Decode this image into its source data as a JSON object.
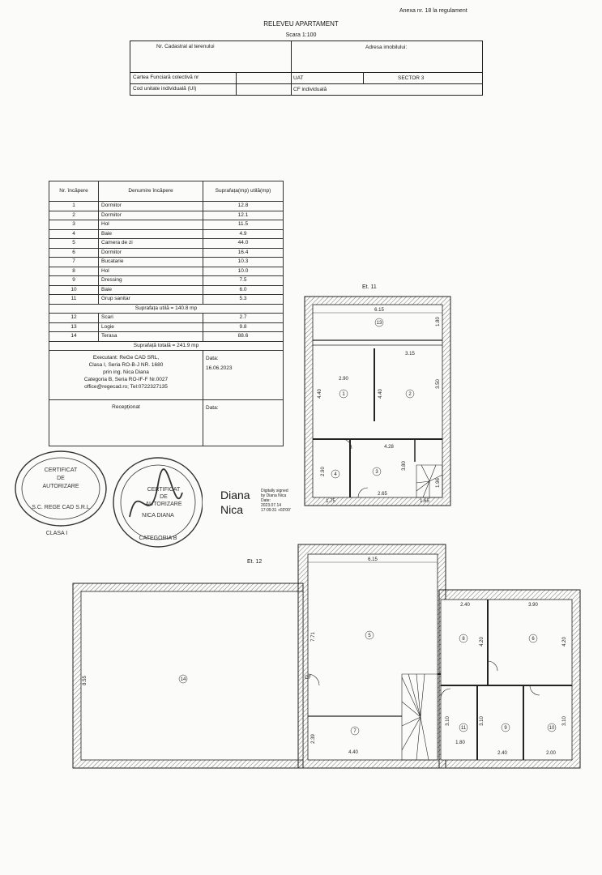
{
  "header": {
    "annex": "Anexa nr. 18 la regulament",
    "title": "RELEVEU APARTAMENT",
    "scale": "Scara 1:100"
  },
  "id_table": {
    "cadastral_label": "Nr. Cadastral al terenului",
    "address_label": "Adresa imobilului:",
    "cf_collective_label": "Cartea Funciară colectivă nr",
    "uat_label": "UAT",
    "uat_value": "SECTOR 3",
    "unit_code_label": "Cod unitate individuală (UI)",
    "cf_individual_label": "CF individuală"
  },
  "rooms_table": {
    "col_nr": "Nr. încăpere",
    "col_name": "Denumire încăpere",
    "col_area": "Suprafața(mp) utilă(mp)",
    "rows": [
      {
        "nr": "1",
        "name": "Dormitor",
        "area": "12.8"
      },
      {
        "nr": "2",
        "name": "Dormitor",
        "area": "12.1"
      },
      {
        "nr": "3",
        "name": "Hol",
        "area": "11.5"
      },
      {
        "nr": "4",
        "name": "Baie",
        "area": "4.9"
      },
      {
        "nr": "5",
        "name": "Camera de zi",
        "area": "44.0"
      },
      {
        "nr": "6",
        "name": "Dormitor",
        "area": "16.4"
      },
      {
        "nr": "7",
        "name": "Bucatarie",
        "area": "10.3"
      },
      {
        "nr": "8",
        "name": "Hol",
        "area": "10.0"
      },
      {
        "nr": "9",
        "name": "Dressing",
        "area": "7.5"
      },
      {
        "nr": "10",
        "name": "Baie",
        "area": "6.0"
      },
      {
        "nr": "11",
        "name": "Grup sanitar",
        "area": "5.3"
      }
    ],
    "useful_total": "Suprafața utilă = 140.8 mp",
    "extra_rows": [
      {
        "nr": "12",
        "name": "Scari",
        "area": "2.7"
      },
      {
        "nr": "13",
        "name": "Logie",
        "area": "9.8"
      },
      {
        "nr": "14",
        "name": "Terasa",
        "area": "88.6"
      }
    ],
    "grand_total": "Suprafață totală = 241.9 mp",
    "executant": {
      "line1": "Executant: ReGe CAD SRL,",
      "line2": "Clasa I, Seria RO-B-J NR. 1680",
      "line3": "prin ing. Nica Diana",
      "line4": "Categoria B, Seria RO-IF-F Nr.0027",
      "line5": "office@regecad.ro; Tel:0722327135"
    },
    "date_label": "Data:",
    "date_value": "16.06.2023",
    "receptionat_label": "Recepționat",
    "date_label_2": "Data:"
  },
  "stamps": {
    "stamp1_text": [
      "CERTIFICAT",
      "DE",
      "AUTORIZARE",
      "S.C. REGE CAD S.R.L",
      "CLASA I"
    ],
    "stamp2_text": [
      "CERTIFICAT",
      "DE",
      "AUTORIZARE",
      "NICA DIANA",
      "CATEGORIA B"
    ]
  },
  "signature": {
    "name_first": "Diana",
    "name_last": "Nica",
    "meta1": "Digitally signed",
    "meta2": "by Diana Nica",
    "meta3": "Date:",
    "meta4": "2023.07.14",
    "meta5": "17:09:31 +03'00'"
  },
  "plan_et11": {
    "label": "Et. 11",
    "dims": {
      "top_width": "6.15",
      "loggia_h": "1.80",
      "d290": "2.90",
      "d315": "3.15",
      "d440a": "4.40",
      "d440b": "4.40",
      "d350": "3.50",
      "d428": "4.28",
      "d290v": "2.90",
      "d380": "3.80",
      "d196": "1.96",
      "d175": "1.75",
      "d265": "2.65",
      "d165": "1.65"
    },
    "rooms": [
      "13",
      "1",
      "2",
      "4",
      "3"
    ]
  },
  "plan_et12": {
    "label": "Et. 12",
    "dims": {
      "top_width": "6.15",
      "d771": "7.71",
      "d240": "2.40",
      "d390": "3.90",
      "d420a": "4.20",
      "d420b": "4.20",
      "d855": "8.55",
      "d239": "2.39",
      "d440": "4.40",
      "d310a": "3.10",
      "d310b": "3.10",
      "d310c": "3.10",
      "d180": "1.80",
      "d240b": "2.40",
      "d200": "2.00",
      "cf": "CF"
    },
    "rooms": [
      "14",
      "5",
      "7",
      "8",
      "6",
      "11",
      "9",
      "10"
    ]
  },
  "colors": {
    "ink": "#1a1a1a",
    "hatch": "#555555",
    "stamp": "#333333"
  }
}
